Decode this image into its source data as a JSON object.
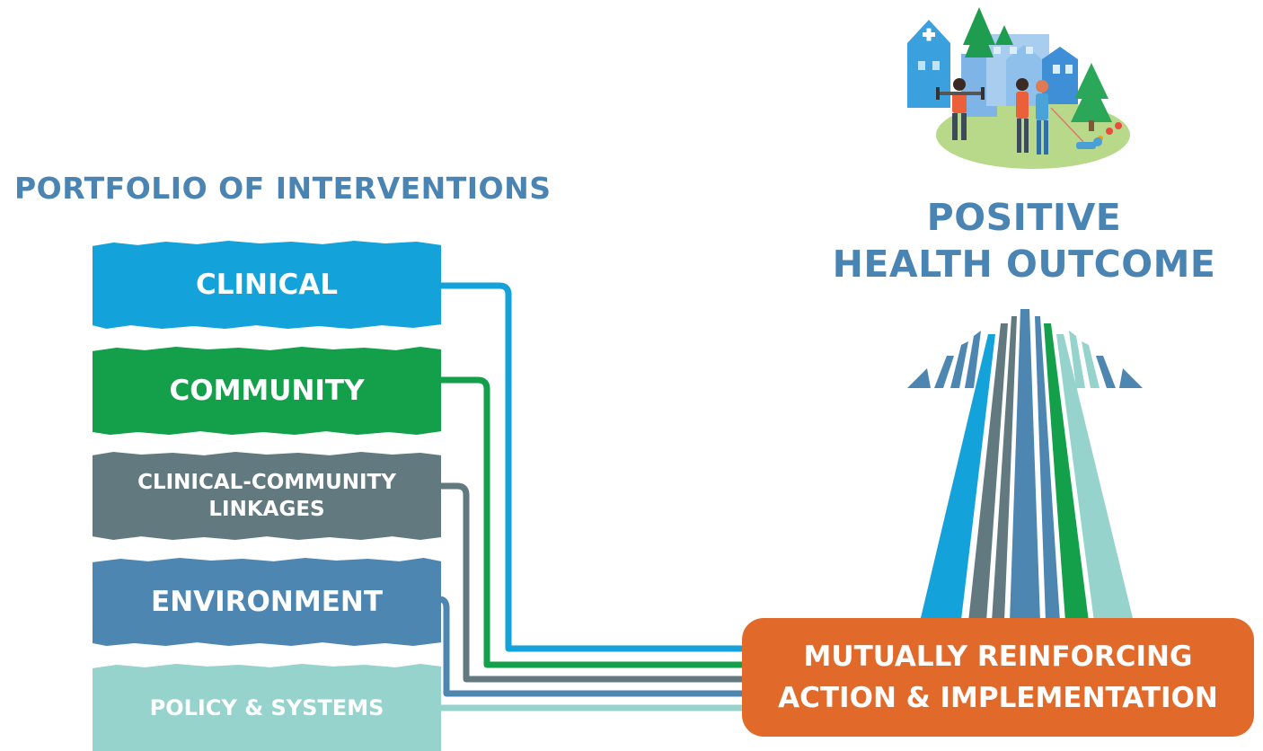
{
  "headings": {
    "portfolio": "PORTFOLIO OF INTERVENTIONS",
    "outcome_line1": "POSITIVE",
    "outcome_line2": "HEALTH OUTCOME"
  },
  "interventions": [
    {
      "label": "CLINICAL",
      "color": "#14a2db"
    },
    {
      "label": "COMMUNITY",
      "color": "#14a04a"
    },
    {
      "label_line1": "CLINICAL-COMMUNITY",
      "label_line2": "LINKAGES",
      "color": "#627980"
    },
    {
      "label": "ENVIRONMENT",
      "color": "#4e86b2"
    },
    {
      "label": "POLICY & SYSTEMS",
      "color": "#95d3cc"
    }
  ],
  "action": {
    "line1": "MUTUALLY REINFORCING",
    "line2": "ACTION & IMPLEMENTATION",
    "color": "#e1692a"
  },
  "colors": {
    "heading": "#4a84b3"
  },
  "illustration": {
    "icon": "healthy-community-illustration"
  }
}
